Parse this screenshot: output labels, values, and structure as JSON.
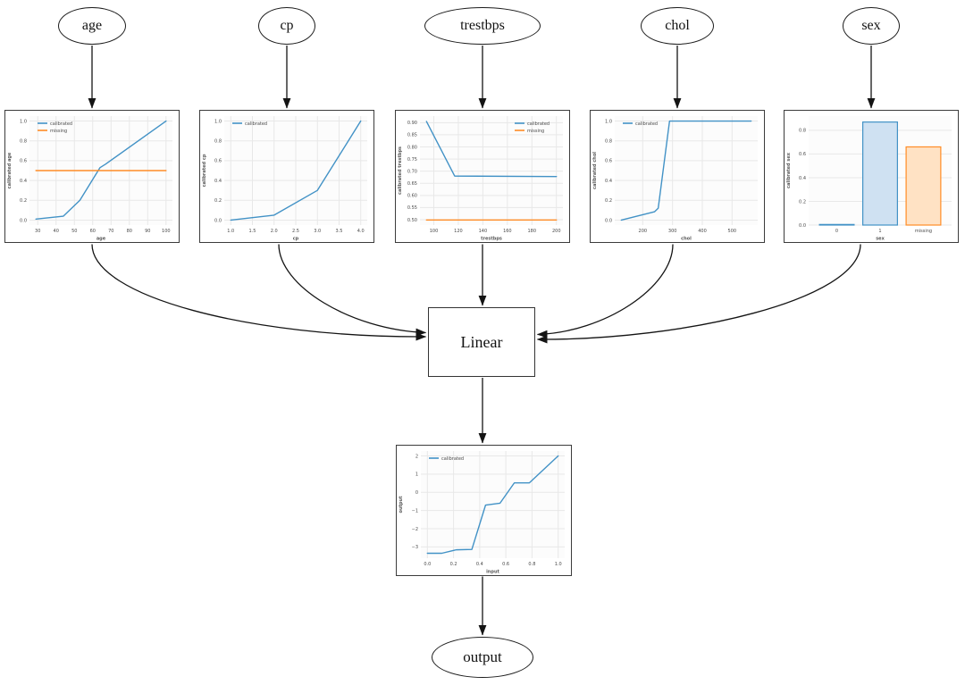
{
  "nodes": {
    "age": "age",
    "cp": "cp",
    "trestbps": "trestbps",
    "chol": "chol",
    "sex": "sex",
    "linear": "Linear",
    "output": "output"
  },
  "colors": {
    "blue": "#4292c6",
    "orange": "#ff8c26",
    "blue_fill": "#cfe1f2",
    "orange_fill": "#ffe2c4",
    "edge": "#141414",
    "panel_border": "#3c3c3c",
    "grid": "#e8e8e8",
    "tick_text": "#4a4a4a"
  },
  "chart_data": [
    {
      "id": "age",
      "type": "line",
      "title": "",
      "xlabel": "age",
      "ylabel": "calibrated age",
      "xlim": [
        25.5,
        103.5
      ],
      "ylim": [
        -0.05,
        1.05
      ],
      "xticks": [
        30,
        40,
        50,
        60,
        70,
        80,
        90,
        100
      ],
      "xtick_labels": [
        "30",
        "40",
        "50",
        "60",
        "70",
        "80",
        "90",
        "100"
      ],
      "yticks": [
        0.0,
        0.2,
        0.4,
        0.6,
        0.8,
        1.0
      ],
      "ytick_labels": [
        "0.0",
        "0.2",
        "0.4",
        "0.6",
        "0.8",
        "1.0"
      ],
      "grid": true,
      "legend": {
        "pos": "nw"
      },
      "series": [
        {
          "name": "calibrated",
          "color": "blue",
          "x": [
            29,
            44,
            53,
            64,
            67,
            100
          ],
          "y": [
            0.01,
            0.04,
            0.2,
            0.53,
            0.565,
            1.0
          ]
        },
        {
          "name": "missing",
          "color": "orange",
          "x": [
            29,
            100
          ],
          "y": [
            0.5,
            0.5
          ]
        }
      ]
    },
    {
      "id": "cp",
      "type": "line",
      "title": "",
      "xlabel": "cp",
      "ylabel": "calibrated cp",
      "xlim": [
        0.85,
        4.15
      ],
      "ylim": [
        -0.05,
        1.05
      ],
      "xticks": [
        1.0,
        1.5,
        2.0,
        2.5,
        3.0,
        3.5,
        4.0
      ],
      "xtick_labels": [
        "1.0",
        "1.5",
        "2.0",
        "2.5",
        "3.0",
        "3.5",
        "4.0"
      ],
      "yticks": [
        0.0,
        0.2,
        0.4,
        0.6,
        0.8,
        1.0
      ],
      "ytick_labels": [
        "0.0",
        "0.2",
        "0.4",
        "0.6",
        "0.8",
        "1.0"
      ],
      "grid": true,
      "legend": {
        "pos": "nw"
      },
      "series": [
        {
          "name": "calibrated",
          "color": "blue",
          "x": [
            1.0,
            2.0,
            3.0,
            4.0
          ],
          "y": [
            0.0,
            0.05,
            0.3,
            1.0
          ]
        }
      ]
    },
    {
      "id": "trestbps",
      "type": "line",
      "title": "",
      "xlabel": "trestbps",
      "ylabel": "calibrated trestbps",
      "xlim": [
        88.7,
        205.3
      ],
      "ylim": [
        0.478,
        0.927
      ],
      "xticks": [
        100,
        120,
        140,
        160,
        180,
        200
      ],
      "xtick_labels": [
        "100",
        "120",
        "140",
        "160",
        "180",
        "200"
      ],
      "yticks": [
        0.5,
        0.55,
        0.6,
        0.65,
        0.7,
        0.75,
        0.8,
        0.85,
        0.9
      ],
      "ytick_labels": [
        "0.50",
        "0.55",
        "0.60",
        "0.65",
        "0.70",
        "0.75",
        "0.80",
        "0.85",
        "0.90"
      ],
      "grid": true,
      "legend": {
        "pos": "ne"
      },
      "series": [
        {
          "name": "calibrated",
          "color": "blue",
          "x": [
            94,
            117,
            200
          ],
          "y": [
            0.905,
            0.68,
            0.678
          ]
        },
        {
          "name": "missing",
          "color": "orange",
          "x": [
            94,
            200
          ],
          "y": [
            0.499,
            0.499
          ]
        }
      ]
    },
    {
      "id": "chol",
      "type": "line",
      "title": "",
      "xlabel": "chol",
      "ylabel": "calibrated chol",
      "xlim": [
        106,
        586
      ],
      "ylim": [
        -0.05,
        1.05
      ],
      "xticks": [
        200,
        300,
        400,
        500
      ],
      "xtick_labels": [
        "200",
        "300",
        "400",
        "500"
      ],
      "yticks": [
        0.0,
        0.2,
        0.4,
        0.6,
        0.8,
        1.0
      ],
      "ytick_labels": [
        "0.0",
        "0.2",
        "0.4",
        "0.6",
        "0.8",
        "1.0"
      ],
      "grid": true,
      "legend": {
        "pos": "nw"
      },
      "series": [
        {
          "name": "calibrated",
          "color": "blue",
          "x": [
            128,
            240,
            252,
            290,
            564
          ],
          "y": [
            0.0,
            0.085,
            0.12,
            1.0,
            1.0
          ]
        }
      ]
    },
    {
      "id": "sex",
      "type": "bar",
      "title": "",
      "xlabel": "sex",
      "ylabel": "calibrated sex",
      "categories": [
        "0",
        "1",
        "missing"
      ],
      "values": [
        0.005,
        0.87,
        0.66
      ],
      "bar_colors": [
        "blue",
        "blue",
        "orange"
      ],
      "xlim": [
        -0.65,
        2.65
      ],
      "ylim": [
        0,
        0.92
      ],
      "yticks": [
        0.0,
        0.2,
        0.4,
        0.6,
        0.8
      ],
      "ytick_labels": [
        "0.0",
        "0.2",
        "0.4",
        "0.6",
        "0.8"
      ],
      "grid": true,
      "legend": null
    },
    {
      "id": "output",
      "type": "line",
      "title": "",
      "xlabel": "input",
      "ylabel": "output",
      "xlim": [
        -0.05,
        1.05
      ],
      "ylim": [
        -3.62,
        2.27
      ],
      "xticks": [
        0.0,
        0.2,
        0.4,
        0.6,
        0.8,
        1.0
      ],
      "xtick_labels": [
        "0.0",
        "0.2",
        "0.4",
        "0.6",
        "0.8",
        "1.0"
      ],
      "yticks": [
        -3,
        -2,
        -1,
        0,
        1,
        2
      ],
      "ytick_labels": [
        "−3",
        "−2",
        "−1",
        "0",
        "1",
        "2"
      ],
      "grid": true,
      "legend": {
        "pos": "nw"
      },
      "series": [
        {
          "name": "calibrated",
          "color": "blue",
          "x": [
            0.0,
            0.11,
            0.22,
            0.34,
            0.445,
            0.555,
            0.665,
            0.78,
            1.0
          ],
          "y": [
            -3.35,
            -3.35,
            -3.16,
            -3.14,
            -0.7,
            -0.6,
            0.52,
            0.52,
            2.0
          ]
        }
      ]
    }
  ]
}
